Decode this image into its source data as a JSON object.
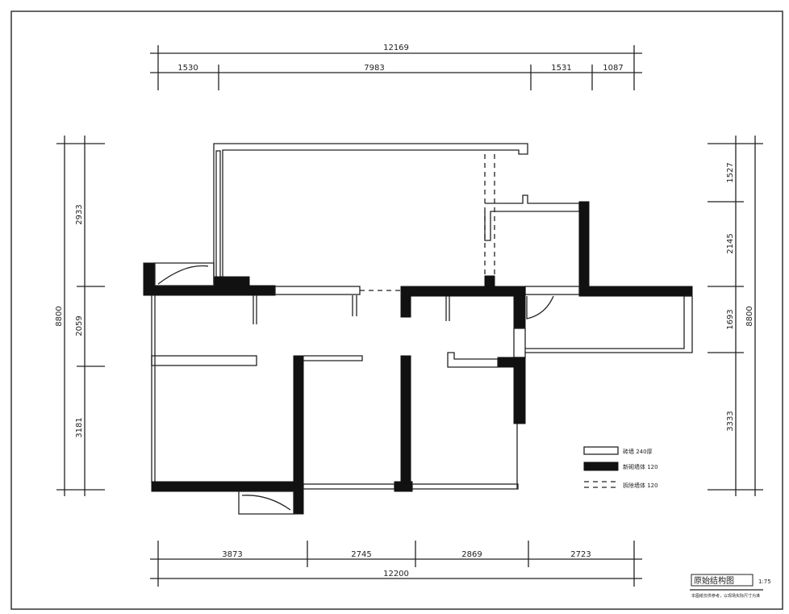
{
  "dimensions": {
    "top_total": "12169",
    "top_segments": [
      "1530",
      "7983",
      "1531",
      "1087"
    ],
    "bottom_segments": [
      "3873",
      "2745",
      "2869",
      "2723"
    ],
    "bottom_total": "12200",
    "left_total": "8800",
    "left_segments": [
      "2933",
      "2059",
      "3181"
    ],
    "right_total": "8800",
    "right_segments": [
      "1527",
      "2145",
      "1693",
      "3333"
    ]
  },
  "legend": [
    {
      "label": "砖墙 240厚",
      "style": "thin"
    },
    {
      "label": "新砌墙体 120",
      "style": "thick"
    },
    {
      "label": "拆除墙体 120",
      "style": "dashed"
    }
  ],
  "title_block": {
    "title": "原始结构图",
    "scale": "1:75",
    "subtitle": "本图纸仅供参考，以现场实际尺寸为准"
  }
}
